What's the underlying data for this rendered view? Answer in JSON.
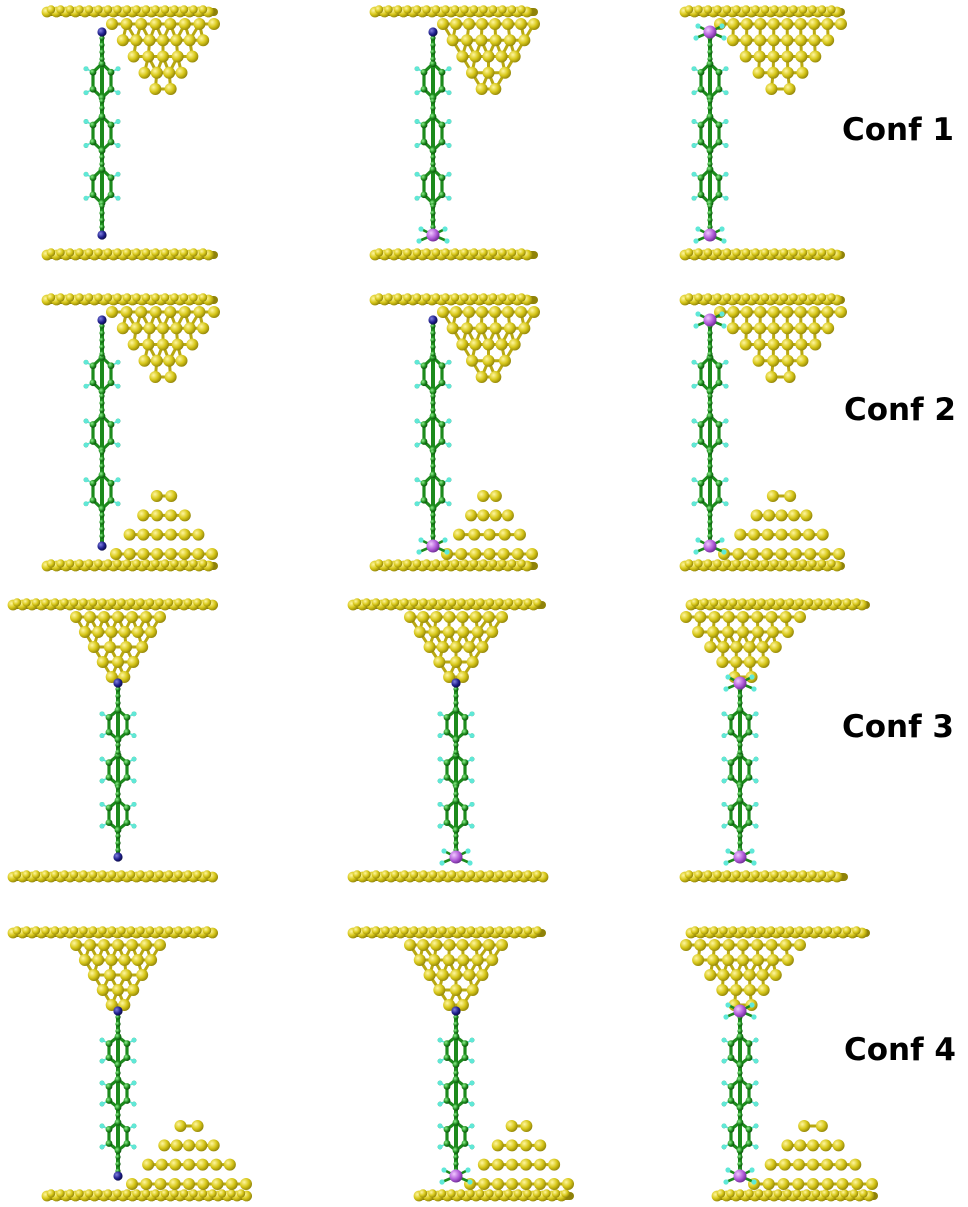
{
  "figure": {
    "rows": [
      {
        "label": "Conf 1",
        "panels": [
          {
            "top_electrode": "flat surface with adatom pyramid",
            "bottom_electrode": "flat surface",
            "molecule": "three-ring chain",
            "anchor_atoms": "N"
          },
          {
            "top_electrode": "flat surface with adatom pyramid",
            "bottom_electrode": "flat surface",
            "molecule": "three-ring chain",
            "anchor_atoms": "N top, P bottom"
          },
          {
            "top_electrode": "flat surface with adatom pyramid",
            "bottom_electrode": "flat surface",
            "molecule": "three-ring chain",
            "anchor_atoms": "P"
          }
        ]
      },
      {
        "label": "Conf 2",
        "panels": [
          {
            "top_electrode": "flat surface with adatom pyramid",
            "bottom_electrode": "flat surface with adatom pyramid",
            "molecule": "three-ring chain",
            "anchor_atoms": "N"
          },
          {
            "top_electrode": "flat surface with adatom pyramid",
            "bottom_electrode": "flat surface with adatom pyramid",
            "molecule": "three-ring chain",
            "anchor_atoms": "N top, P bottom"
          },
          {
            "top_electrode": "flat surface with adatom pyramid",
            "bottom_electrode": "flat surface with adatom pyramid",
            "molecule": "three-ring chain",
            "anchor_atoms": "P"
          }
        ]
      },
      {
        "label": "Conf 3",
        "panels": [
          {
            "top_electrode": "tip pyramid",
            "bottom_electrode": "flat surface",
            "molecule": "three-ring chain",
            "anchor_atoms": "N"
          },
          {
            "top_electrode": "tip pyramid",
            "bottom_electrode": "flat surface",
            "molecule": "three-ring chain",
            "anchor_atoms": "N top, P bottom"
          },
          {
            "top_electrode": "tip pyramid",
            "bottom_electrode": "flat surface",
            "molecule": "three-ring chain",
            "anchor_atoms": "P"
          }
        ]
      },
      {
        "label": "Conf 4",
        "panels": [
          {
            "top_electrode": "tip pyramid",
            "bottom_electrode": "flat surface with adatom pyramid",
            "molecule": "three-ring chain",
            "anchor_atoms": "N"
          },
          {
            "top_electrode": "tip pyramid",
            "bottom_electrode": "flat surface with adatom pyramid",
            "molecule": "three-ring chain",
            "anchor_atoms": "N top, P bottom"
          },
          {
            "top_electrode": "tip pyramid",
            "bottom_electrode": "flat surface with adatom pyramid",
            "molecule": "three-ring chain",
            "anchor_atoms": "P"
          }
        ]
      }
    ],
    "colors": {
      "gold": "#d8c81a",
      "gold_dark": "#8f8208",
      "carbon": "#1c8a1c",
      "hydrogen": "#5fe8d8",
      "nitrogen": "#1e1e8c",
      "phosphorus": "#b05ad8"
    }
  }
}
